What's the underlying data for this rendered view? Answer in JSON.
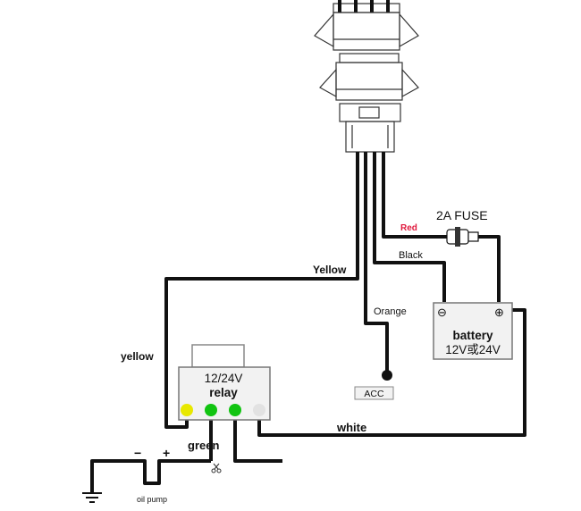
{
  "wires": {
    "yellow_upper": "Yellow",
    "yellow_left": "yellow",
    "red": "Red",
    "black": "Black",
    "orange": "Orange",
    "white": "white",
    "green": "green"
  },
  "fuse": {
    "label": "2A  FUSE"
  },
  "battery": {
    "name": "battery",
    "voltage": "12V或24V",
    "minus": "⊖",
    "plus": "⊕"
  },
  "relay": {
    "line1": "12/24V",
    "line2": "relay"
  },
  "acc": {
    "label": "ACC"
  },
  "pump": {
    "label": "oil pump",
    "minus": "−",
    "plus": "+"
  },
  "colors": {
    "red_label": "#e0183c",
    "yellow_dot": "#e8e800",
    "green_dot": "#11c411",
    "white_dot": "#e2e2e2",
    "wire": "#111111"
  },
  "icons": [
    "connector-plug-icon",
    "ground-icon",
    "scissors-icon"
  ]
}
